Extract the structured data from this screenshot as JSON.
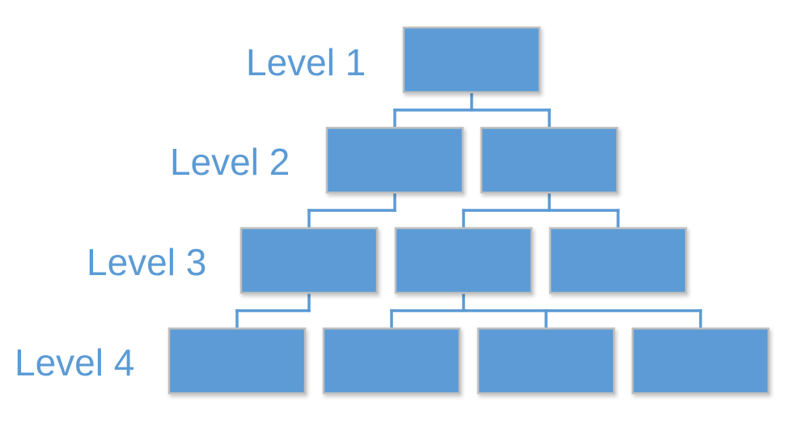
{
  "colors": {
    "box_fill": "#5b9bd5",
    "box_border": "#bfbfbf",
    "connector": "#5b9bd5",
    "label_text": "#5b9bd5"
  },
  "levels": [
    {
      "label": "Level 1",
      "boxes": 1
    },
    {
      "label": "Level 2",
      "boxes": 2
    },
    {
      "label": "Level 3",
      "boxes": 3
    },
    {
      "label": "Level 4",
      "boxes": 4
    }
  ],
  "connections": [
    {
      "from": "L1-1",
      "to": [
        "L2-1",
        "L2-2"
      ]
    },
    {
      "from": "L2-1",
      "to": [
        "L3-1"
      ]
    },
    {
      "from": "L2-2",
      "to": [
        "L3-2",
        "L3-3"
      ]
    },
    {
      "from": "L3-1",
      "to": [
        "L4-1"
      ]
    },
    {
      "from": "L3-2",
      "to": [
        "L4-2",
        "L4-3",
        "L4-4"
      ]
    }
  ]
}
